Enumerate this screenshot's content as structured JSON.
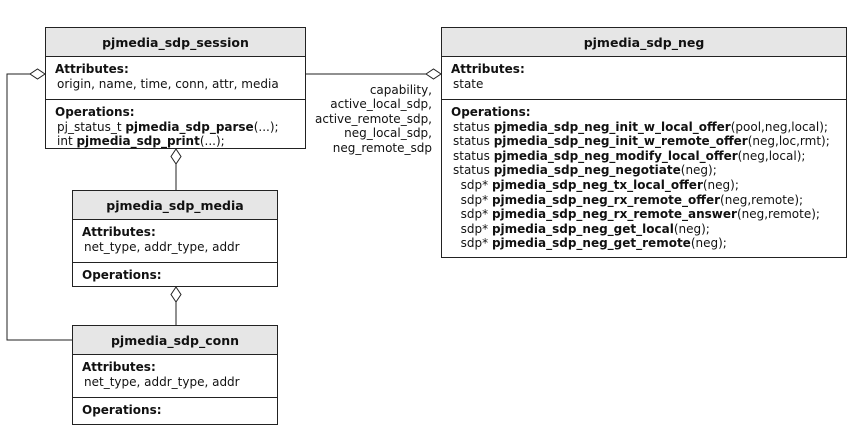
{
  "classes": {
    "session": {
      "name": "pjmedia_sdp_session",
      "attributes_label": "Attributes:",
      "attributes": [
        "origin, name, time, conn, attr, media"
      ],
      "operations_label": "Operations:",
      "operations": [
        {
          "prefix": "pj_status_t ",
          "name": "pjmedia_sdp_parse",
          "suffix": "(...);"
        },
        {
          "prefix": "int ",
          "name": "pjmedia_sdp_print",
          "suffix": "(...);"
        }
      ]
    },
    "media": {
      "name": "pjmedia_sdp_media",
      "attributes_label": "Attributes:",
      "attributes": [
        "net_type, addr_type, addr"
      ],
      "operations_label": "Operations:"
    },
    "conn": {
      "name": "pjmedia_sdp_conn",
      "attributes_label": "Attributes:",
      "attributes": [
        "net_type, addr_type, addr"
      ],
      "operations_label": "Operations:"
    },
    "neg": {
      "name": "pjmedia_sdp_neg",
      "attributes_label": "Attributes:",
      "attributes": [
        "state"
      ],
      "operations_label": "Operations:",
      "operations": [
        {
          "prefix": "status ",
          "name": "pjmedia_sdp_neg_init_w_local_offer",
          "suffix": "(pool,neg,local);"
        },
        {
          "prefix": "status ",
          "name": "pjmedia_sdp_neg_init_w_remote_offer",
          "suffix": "(neg,loc,rmt);"
        },
        {
          "prefix": "status ",
          "name": "pjmedia_sdp_neg_modify_local_offer",
          "suffix": "(neg,local);"
        },
        {
          "prefix": "status ",
          "name": "pjmedia_sdp_neg_negotiate",
          "suffix": "(neg);"
        },
        {
          "prefix": "  sdp* ",
          "name": "pjmedia_sdp_neg_tx_local_offer",
          "suffix": "(neg);"
        },
        {
          "prefix": "  sdp* ",
          "name": "pjmedia_sdp_neg_rx_remote_offer",
          "suffix": "(neg,remote);"
        },
        {
          "prefix": "  sdp* ",
          "name": "pjmedia_sdp_neg_rx_remote_answer",
          "suffix": "(neg,remote);"
        },
        {
          "prefix": "  sdp* ",
          "name": "pjmedia_sdp_neg_get_local",
          "suffix": "(neg);"
        },
        {
          "prefix": "  sdp* ",
          "name": "pjmedia_sdp_neg_get_remote",
          "suffix": "(neg);"
        }
      ]
    }
  },
  "association_labels": [
    "capability,",
    "active_local_sdp,",
    "active_remote_sdp,",
    "neg_local_sdp,",
    "neg_remote_sdp"
  ]
}
